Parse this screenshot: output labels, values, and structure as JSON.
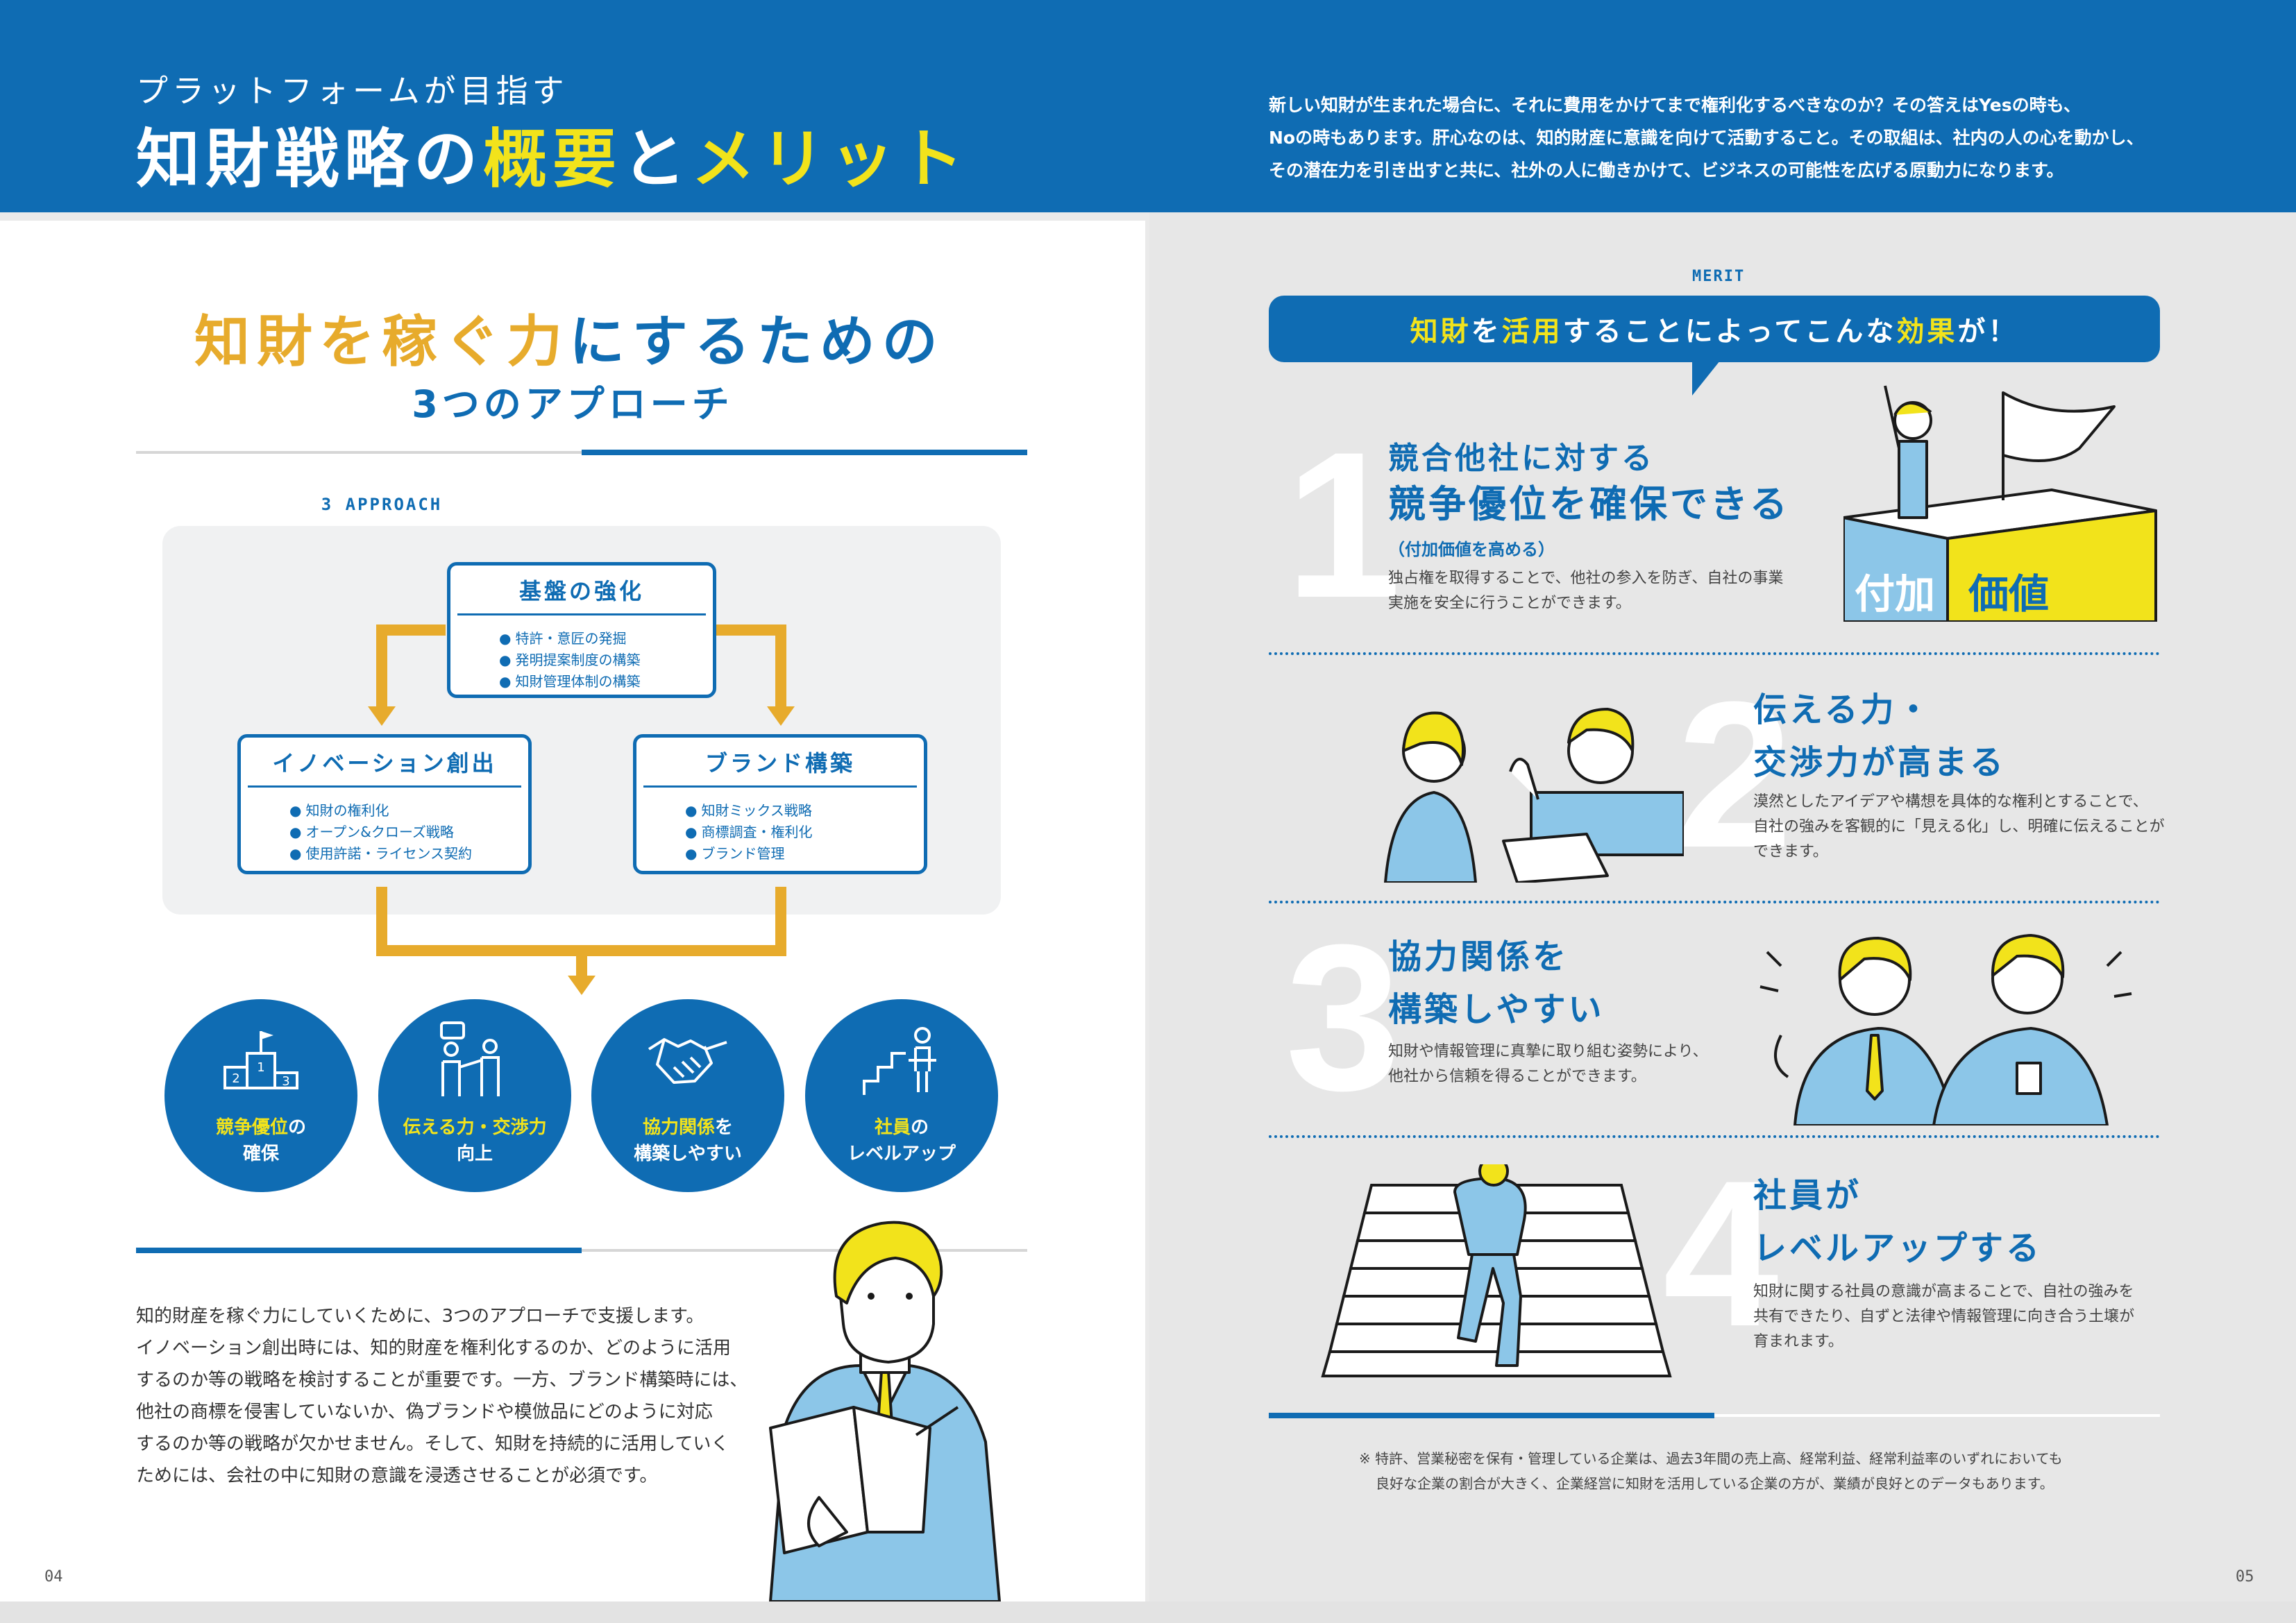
{
  "header": {
    "subtitle": "プラットフォームが目指す",
    "title_part1": "知財戦略の",
    "title_part2": "概要",
    "title_part3": "と",
    "title_part4": "メリット",
    "intro_lines": [
      "新しい知財が生まれた場合に、それに費用をかけてまで権利化するべきなのか？その答えはYesの時も、",
      "Noの時もあります。肝心なのは、知的財産に意識を向けて活動すること。その取組は、社内の人の心を動かし、",
      "その潜在力を引き出すと共に、社外の人に働きかけて、ビジネスの可能性を広げる原動力になります。"
    ]
  },
  "approach": {
    "title_part1": "知財を稼ぐ力",
    "title_part2": "にするための",
    "title_line2": "3つのアプローチ",
    "eyebrow": "3 APPROACH",
    "boxes": [
      {
        "title": "基盤の強化",
        "items": [
          "特許・意匠の発掘",
          "発明提案制度の構築",
          "知財管理体制の構築"
        ]
      },
      {
        "title": "イノベーション創出",
        "items": [
          "知財の権利化",
          "オープン&クローズ戦略",
          "使用許諾・ライセンス契約"
        ]
      },
      {
        "title": "ブランド構築",
        "items": [
          "知財ミックス戦略",
          "商標調査・権利化",
          "ブランド管理"
        ]
      }
    ],
    "circles": [
      {
        "line1_a": "競争優位",
        "line1_b": "の",
        "line2": "確保"
      },
      {
        "line1_a": "伝える力・交渉力",
        "line1_b": "",
        "line2": "向上"
      },
      {
        "line1_a": "協力関係",
        "line1_b": "を",
        "line2": "構築しやすい"
      },
      {
        "line1_a": "社員",
        "line1_b": "の",
        "line2": "レベルアップ"
      }
    ],
    "podium_labels": [
      "1",
      "2",
      "3"
    ],
    "body_lines": [
      "知的財産を稼ぐ力にしていくために、3つのアプローチで支援します。",
      "イノベーション創出時には、知的財産を権利化するのか、どのように活用",
      "するのか等の戦略を検討することが重要です。一方、ブランド構築時には、",
      "他社の商標を侵害していないか、偽ブランドや模倣品にどのように対応",
      "するのか等の戦略が欠かせません。そして、知財を持続的に活用していく",
      "ためには、会社の中に知財の意識を浸透させることが必須です。"
    ]
  },
  "merit": {
    "eyebrow": "MERIT",
    "bubble_parts": [
      "知財",
      "を",
      "活用",
      "することによってこんな",
      "効果",
      "が！"
    ],
    "items": [
      {
        "num": "1",
        "title_lines": [
          "競合他社に対する",
          "競争優位を確保できる"
        ],
        "sub": "（付加価値を高める）",
        "desc_lines": [
          "独占権を取得することで、他社の参入を防ぎ、自社の事業",
          "実施を安全に行うことができます。"
        ],
        "illustration_text": [
          "付加",
          "価値"
        ]
      },
      {
        "num": "2",
        "title_lines": [
          "伝える力・",
          "交渉力が高まる"
        ],
        "desc_lines": [
          "漠然としたアイデアや構想を具体的な権利とすることで、",
          "自社の強みを客観的に「見える化」し、明確に伝えることが",
          "できます。"
        ]
      },
      {
        "num": "3",
        "title_lines": [
          "協力関係を",
          "構築しやすい"
        ],
        "desc_lines": [
          "知財や情報管理に真摯に取り組む姿勢により、",
          "他社から信頼を得ることができます。"
        ]
      },
      {
        "num": "4",
        "title_lines": [
          "社員が",
          "レベルアップする"
        ],
        "desc_lines": [
          "知財に関する社員の意識が高まることで、自社の強みを",
          "共有できたり、自ずと法律や情報管理に向き合う土壌が",
          "育まれます。"
        ]
      }
    ],
    "footnote_lines": [
      "※ 特許、営業秘密を保有・管理している企業は、過去3年間の売上高、経常利益、経常利益率のいずれにおいても",
      "良好な企業の割合が大きく、企業経営に知財を活用している企業の方が、業績が良好とのデータもあります。"
    ]
  },
  "page_numbers": {
    "left": "04",
    "right": "05"
  },
  "colors": {
    "brand_blue": "#0f6cb3",
    "accent_yellow": "#f2e31b",
    "accent_gold": "#e7ab2c",
    "light_blue": "#8cc6e8"
  }
}
